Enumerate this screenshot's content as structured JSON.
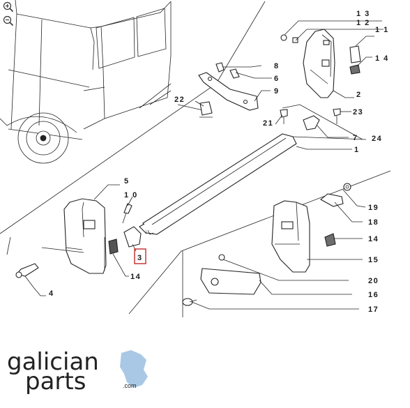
{
  "viewer": {
    "zoom_in_icon": "zoom-in-icon",
    "zoom_out_icon": "zoom-out-icon"
  },
  "diagram": {
    "highlighted_part": "3",
    "callouts": [
      {
        "id": "13",
        "label": "1 3"
      },
      {
        "id": "12",
        "label": "1 2"
      },
      {
        "id": "11",
        "label": "1 1"
      },
      {
        "id": "14a",
        "label": "1 4"
      },
      {
        "id": "8",
        "label": "8"
      },
      {
        "id": "6",
        "label": "6"
      },
      {
        "id": "9",
        "label": "9"
      },
      {
        "id": "2",
        "label": "2"
      },
      {
        "id": "22",
        "label": "22"
      },
      {
        "id": "23",
        "label": "23"
      },
      {
        "id": "21",
        "label": "21"
      },
      {
        "id": "7",
        "label": "7"
      },
      {
        "id": "24",
        "label": "24"
      },
      {
        "id": "1",
        "label": "1"
      },
      {
        "id": "5",
        "label": "5"
      },
      {
        "id": "10",
        "label": "1 0"
      },
      {
        "id": "19",
        "label": "19"
      },
      {
        "id": "18",
        "label": "18"
      },
      {
        "id": "14b",
        "label": "14"
      },
      {
        "id": "3",
        "label": "3"
      },
      {
        "id": "15",
        "label": "15"
      },
      {
        "id": "14c",
        "label": "14"
      },
      {
        "id": "20",
        "label": "20"
      },
      {
        "id": "4",
        "label": "4"
      },
      {
        "id": "16",
        "label": "16"
      },
      {
        "id": "17",
        "label": "17"
      }
    ]
  },
  "brand": {
    "line1": "galician",
    "line2": "parts",
    "suffix": ".com",
    "accent_color": "#a9c8e6"
  }
}
